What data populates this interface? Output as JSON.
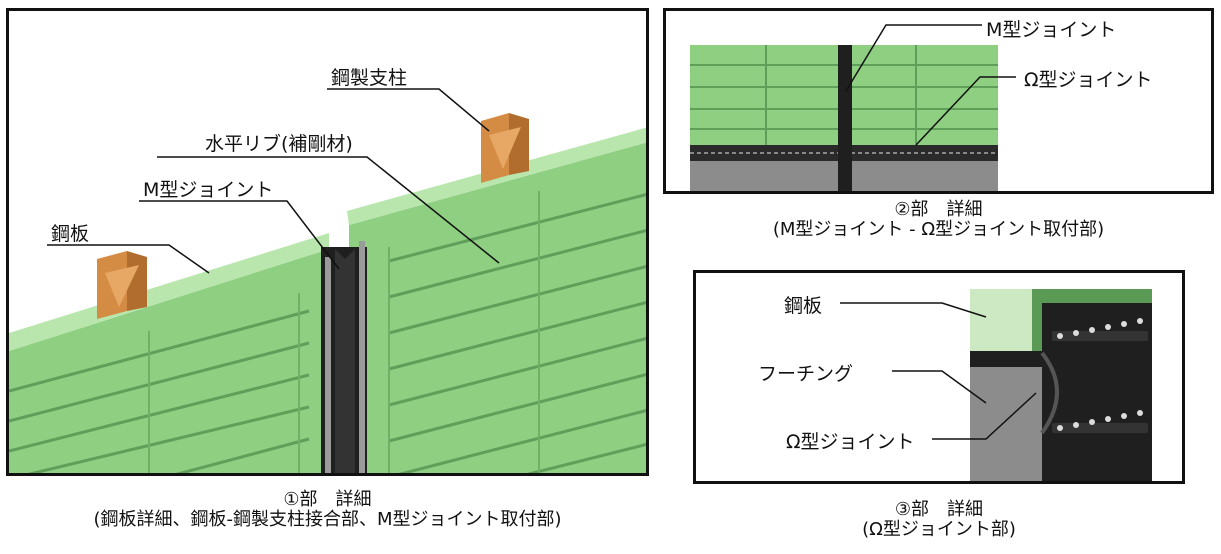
{
  "panel1": {
    "labels": {
      "steel_post": "鋼製支柱",
      "horizontal_rib": "水平リブ(補剛材)",
      "m_joint": "M型ジョイント",
      "steel_plate": "鋼板"
    },
    "caption_line1": "①部　詳細",
    "caption_line2": "(鋼板詳細、鋼板-鋼製支柱接合部、M型ジョイント取付部)"
  },
  "panel2": {
    "labels": {
      "m_joint": "M型ジョイント",
      "omega_joint": "Ω型ジョイント"
    },
    "caption_line1": "②部　詳細",
    "caption_line2": "(M型ジョイント - Ω型ジョイント取付部)"
  },
  "panel3": {
    "labels": {
      "steel_plate": "鋼板",
      "footing": "フーチング",
      "omega_joint": "Ω型ジョイント"
    },
    "caption_line1": "③部　詳細",
    "caption_line2": "(Ω型ジョイント部)"
  },
  "colors": {
    "panel_green": "#96d48a",
    "panel_dark_green": "#5a9a55",
    "post_orange": "#d99248",
    "joint_black": "#1f1f1f",
    "concrete_gray": "#8c8c8c"
  }
}
